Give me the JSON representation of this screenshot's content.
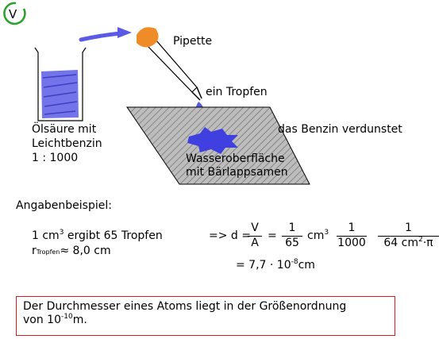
{
  "badge": "V",
  "labels": {
    "pipette": "Pipette",
    "drop": "ein Tropfen",
    "oleic_line1": "Ölsäure mit",
    "oleic_line2": "Leichtbenzin",
    "ratio": "1 : 1000",
    "evaporates": "das Benzin verdunstet",
    "water_line1": "Wasseroberfläche",
    "water_line2": "mit Bärlappsamen"
  },
  "example": {
    "heading": "Angabenbeispiel:",
    "line1_a": "1 cm",
    "line1_sup": "3",
    "line1_b": " ergibt 65 Tropfen",
    "r_symbol": "r",
    "r_sub": "Tropfen",
    "r_value": "≈ 8,0 cm",
    "arrow_d": "=> d =",
    "frac1_num": "V",
    "frac1_den": "A",
    "eq": "=",
    "frac2_num": "1",
    "frac2_den": "65",
    "cm3": "cm",
    "cm3_sup": "3",
    "frac3_num": "1",
    "frac3_den": "1000",
    "frac4_num": "1",
    "frac4_den_a": "64 cm",
    "frac4_den_sup": "2",
    "frac4_den_b": "·π",
    "result_a": "= 7,7 · 10",
    "result_sup": "-8",
    "result_b": "cm"
  },
  "conclusion": {
    "line1": "Der Durchmesser eines Atoms liegt in der Größenordnung",
    "line2_a": "von 10",
    "line2_sup": "-10",
    "line2_b": "m."
  },
  "colors": {
    "badge_ring": "#2aa02a",
    "liquid": "#5a5ae6",
    "pipette_bulb": "#f08c28",
    "water_surface": "#c8c8c8",
    "spread": "#4040e0",
    "conclusion_border": "#d42020"
  }
}
